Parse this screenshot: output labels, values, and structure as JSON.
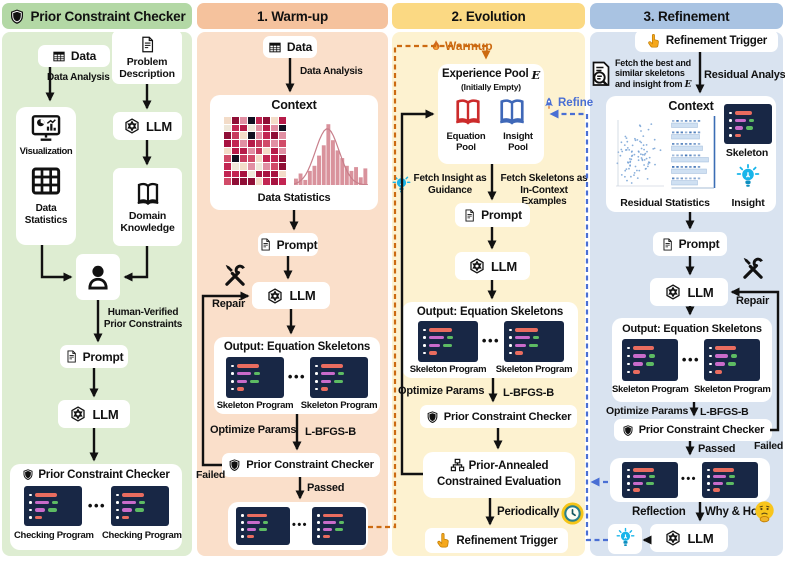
{
  "diagram": {
    "headers": {
      "checker": "Prior Constraint Checker",
      "warmup": "1. Warm-up",
      "evolution": "2. Evolution",
      "refinement": "3. Refinement"
    },
    "shared": {
      "data": "Data",
      "data_analysis": "Data Analysis",
      "llm": "LLM",
      "prompt": "Prompt",
      "context": "Context",
      "output_skeletons": "Output: Equation Skeletons",
      "skeleton_program": "Skeleton Program",
      "optimize_params": "Optimize Params",
      "lbfgsb": "L-BFGS-B",
      "prior_constraint_checker": "Prior Constraint Checker",
      "failed": "Failed",
      "passed": "Passed",
      "repair": "Repair",
      "refinement_trigger": "Refinement Trigger",
      "ellipsis": "•••"
    },
    "checker": {
      "problem_description": "Problem Description",
      "visualization": "Visualization",
      "data_statistics": "Data Statistics",
      "domain_knowledge": "Domain Knowledge",
      "human_verified": "Human-Verified Prior Constraints",
      "checking_program": "Checking Program"
    },
    "warmup": {
      "data_statistics": "Data Statistics"
    },
    "evolution": {
      "warmup_tag": "Warmup",
      "experience_pool": "Experience Pool",
      "pool_symbol": "E",
      "initially_empty": "(Initially Empty)",
      "equation_pool": "Equation Pool",
      "insight_pool": "Insight Pool",
      "refine_tag": "Refine",
      "fetch_insight": "Fetch Insight as Guidance",
      "fetch_skeletons": "Fetch Skeletons as In-Context Examples",
      "prior_annealed_l1": "Prior-Annealed",
      "prior_annealed_l2": "Constrained Evaluation",
      "periodically": "Periodically"
    },
    "refinement": {
      "fetch_line1": "Fetch the best and",
      "fetch_line2": "similar skeletons",
      "fetch_line3": "and insight from",
      "pool_symbol": "E",
      "residual_analysis": "Residual Analysis",
      "skeleton": "Skeleton",
      "residual_statistics": "Residual Statistics",
      "insight": "Insight",
      "reflection": "Reflection",
      "why_how": "Why & How"
    },
    "colors": {
      "checker_header": "#b3d8a5",
      "checker_body": "#deedd2",
      "warmup_header": "#f5c29d",
      "warmup_body": "#fadfca",
      "evolution_header": "#fbd983",
      "evolution_body": "#fdf2d0",
      "refinement_header": "#a9c3e2",
      "refinement_body": "#d9e3f0",
      "code_bg": "#182745",
      "code_red": "#e96c5f",
      "code_pink": "#c96bca",
      "code_green": "#5dbb63",
      "warmup_tag_color": "#cc6a11",
      "refine_tag_color": "#4a6fd4",
      "bulb_color": "#18b5ea"
    }
  }
}
